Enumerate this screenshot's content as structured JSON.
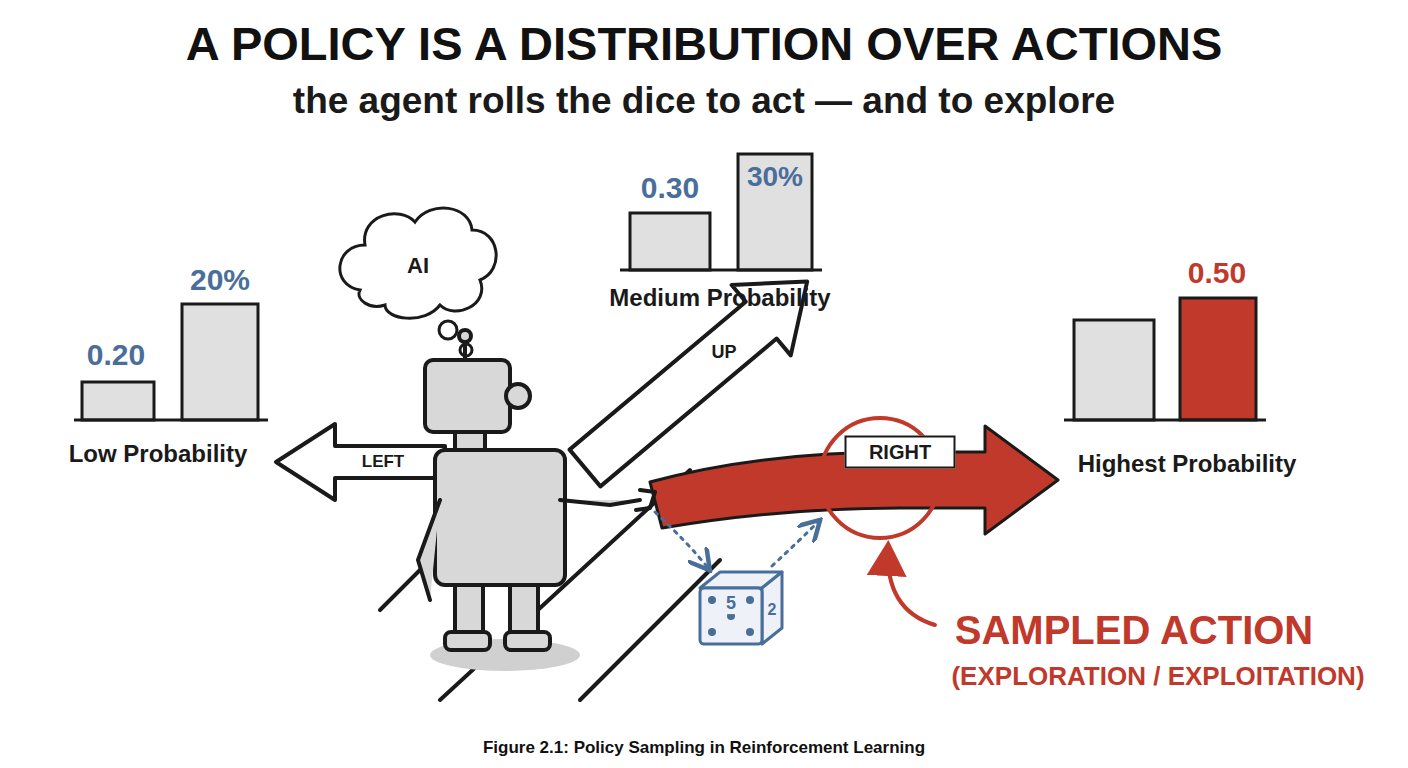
{
  "diagram": {
    "title": "A POLICY IS A DISTRIBUTION OVER ACTIONS",
    "caption": "Figure 2.1: Policy Sampling in Reinforcement Learning",
    "nodes": [
      {
        "text": [
          "AI"
        ]
      },
      {
        "text": [
          "LEFT"
        ]
      },
      {
        "text": [
          "UP"
        ]
      },
      {
        "text": [
          "RIGHT"
        ]
      }
    ],
    "labels": [
      "the agent rolls the dice to act — and to explore",
      "0.20",
      "20%",
      "Low Probability",
      "0.30",
      "30%",
      "Medium Probability",
      "0.50",
      "Highest Probability",
      "5",
      "2",
      "SAMPLED ACTION",
      "(EXPLORATION / EXPLOITATION)"
    ]
  }
}
